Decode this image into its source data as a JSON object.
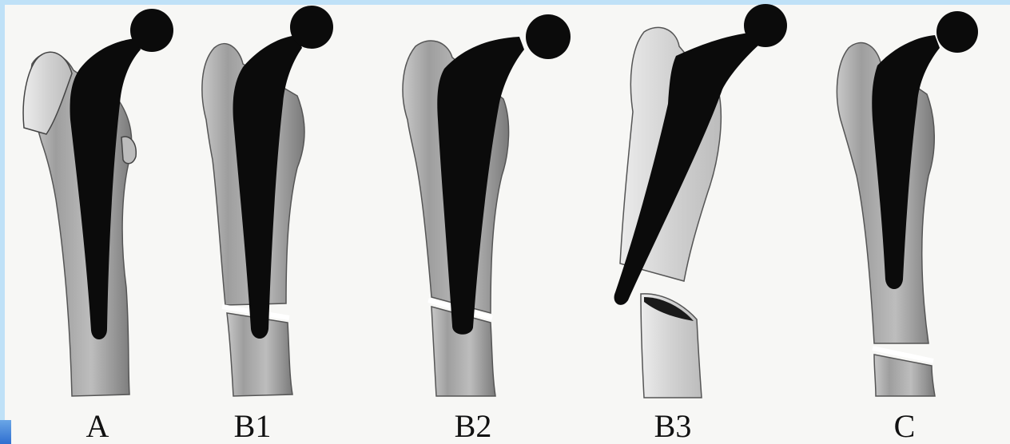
{
  "figure": {
    "panels": [
      {
        "label": "A"
      },
      {
        "label": "B1"
      },
      {
        "label": "B2"
      },
      {
        "label": "B3"
      },
      {
        "label": "C"
      }
    ],
    "colors": {
      "implant": "#0b0b0b",
      "bone_light": "#d9d9d9",
      "bone_mid": "#a9a9a9",
      "bone_dark": "#6d6d6d",
      "background": "#f7f7f5",
      "outer_border": "#bfe1f7"
    }
  }
}
